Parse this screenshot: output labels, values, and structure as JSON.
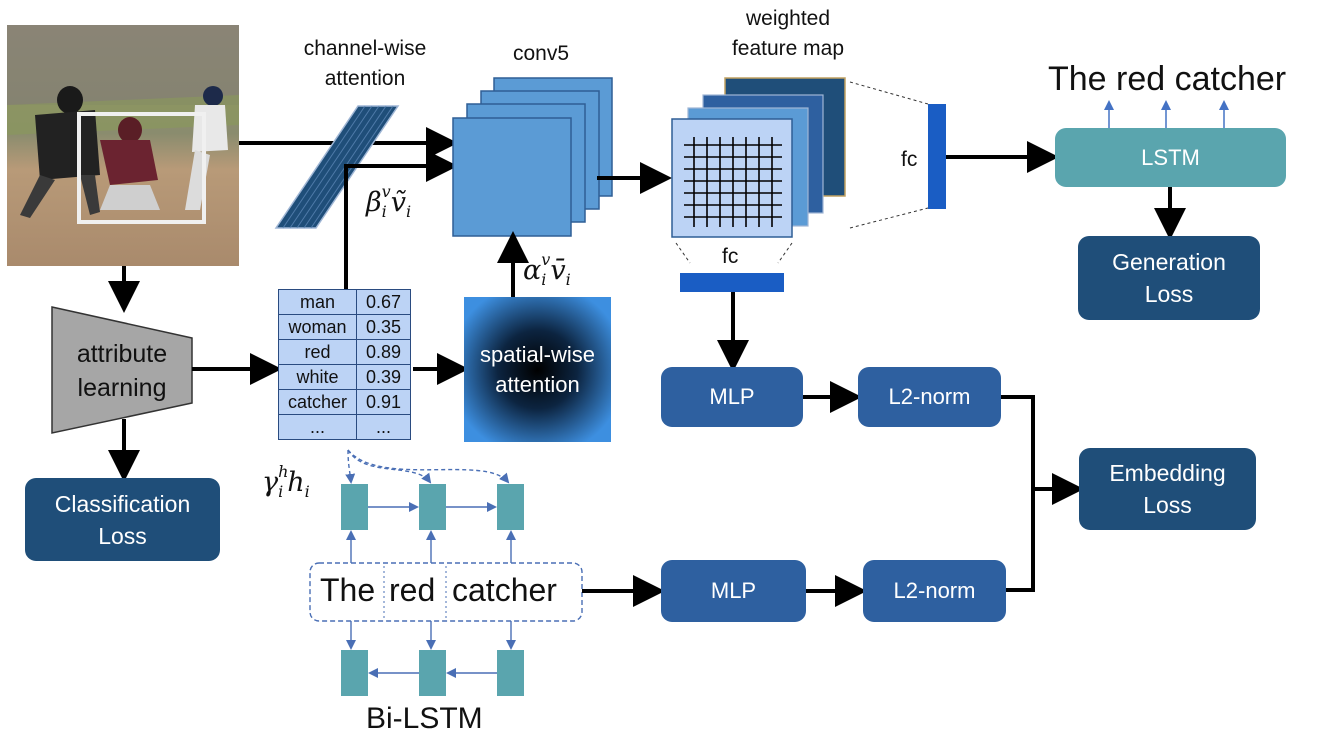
{
  "labels": {
    "channel_attention": [
      "channel-wise",
      "attention"
    ],
    "conv5": "conv5",
    "weighted_feature_map": [
      "weighted",
      "feature map"
    ],
    "fc_top": "fc",
    "fc_bottom": "fc",
    "caption_output": "The red catcher",
    "bi_lstm": "Bi-LSTM"
  },
  "blocks": {
    "attribute_learning": [
      "attribute",
      "learning"
    ],
    "spatial_attention": [
      "spatial-wise",
      "attention"
    ],
    "lstm": "LSTM",
    "generation_loss": [
      "Generation",
      "Loss"
    ],
    "classification_loss": [
      "Classification",
      "Loss"
    ],
    "mlp_top": "MLP",
    "l2norm_top": "L2-norm",
    "mlp_bottom": "MLP",
    "l2norm_bottom": "L2-norm",
    "embedding_loss": [
      "Embedding",
      "Loss"
    ]
  },
  "math": {
    "beta": {
      "base": "β",
      "sup": "v",
      "sub": "i",
      "term": "ṽ",
      "term_sub": "i"
    },
    "alpha": {
      "base": "α",
      "sup": "v",
      "sub": "i",
      "term": "v̄",
      "term_sub": "i"
    },
    "gamma": {
      "base": "γ",
      "sup": "h",
      "sub": "i",
      "term": "h",
      "term_sub": "i"
    }
  },
  "attributes": [
    {
      "name": "man",
      "score": "0.67"
    },
    {
      "name": "woman",
      "score": "0.35"
    },
    {
      "name": "red",
      "score": "0.89"
    },
    {
      "name": "white",
      "score": "0.39"
    },
    {
      "name": "catcher",
      "score": "0.91"
    },
    {
      "name": "...",
      "score": "..."
    }
  ],
  "sentence_words": [
    "The",
    "red",
    "catcher"
  ],
  "colors": {
    "dark_block": "#1f4e79",
    "mid_block": "#2e60a0",
    "lstm_teal": "#5aa5ae",
    "table_fill": "#bcd3f5",
    "conv_fill": "#5b9bd5",
    "attribute_block": "#a6a6a6"
  },
  "icons": {
    "photo": "baseball-photo",
    "grid": "feature-grid-icon"
  }
}
